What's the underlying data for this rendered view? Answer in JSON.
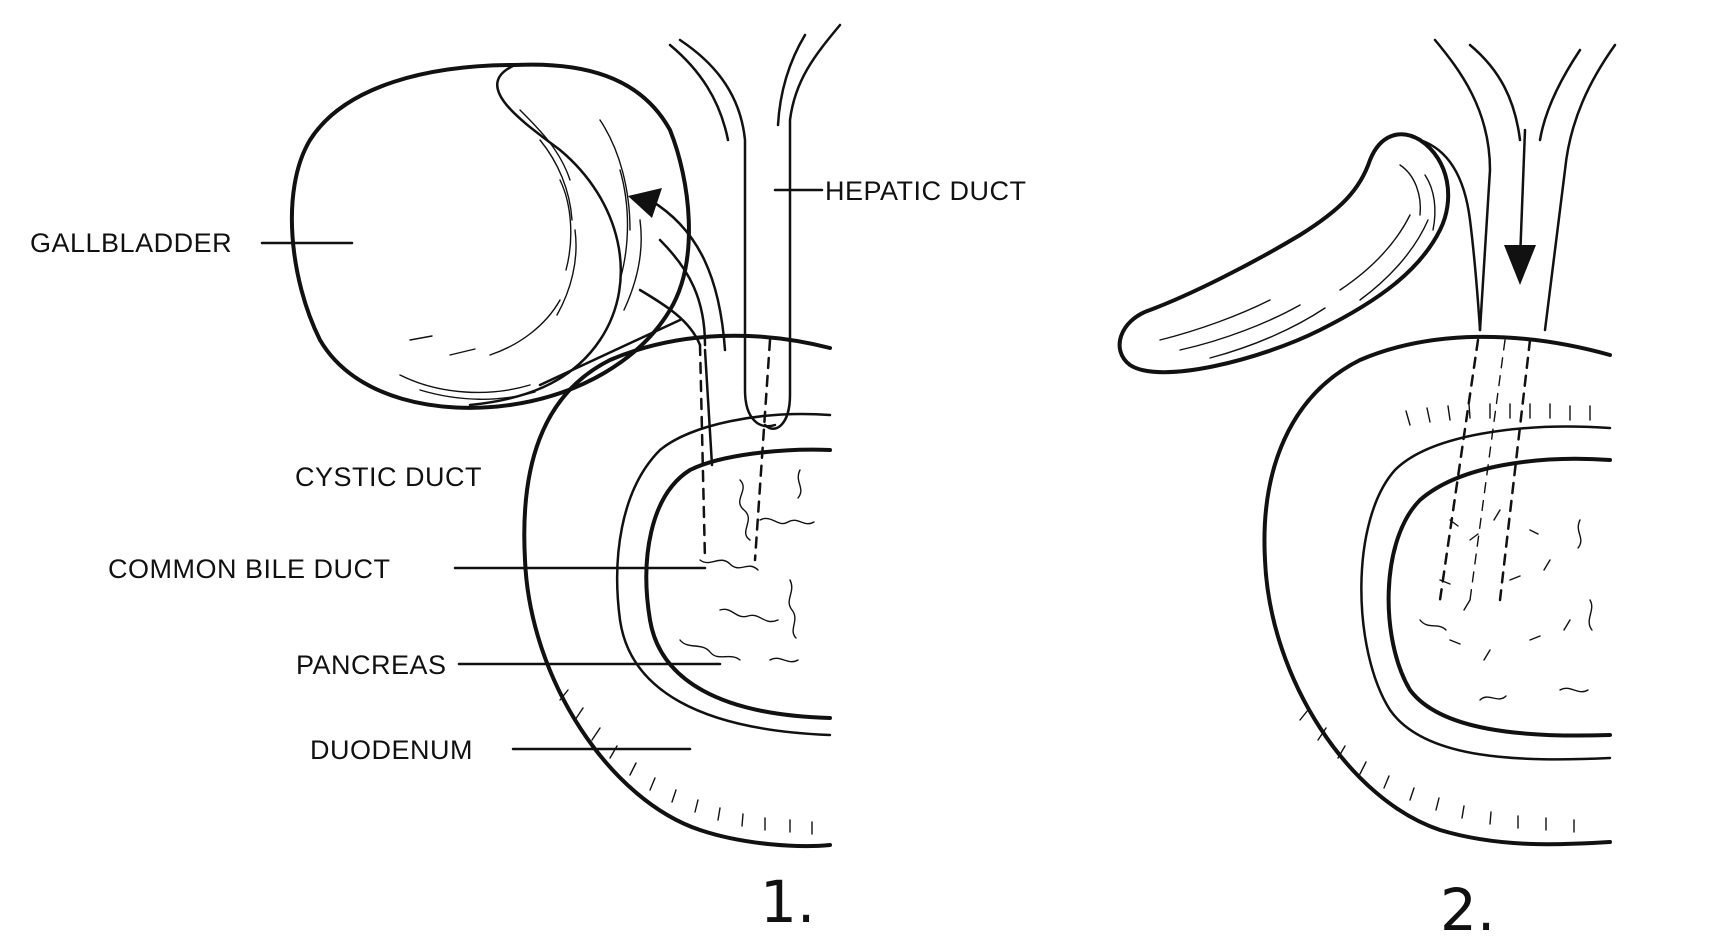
{
  "labels": {
    "gallbladder": "GALLBLADDER",
    "hepatic_duct": "HEPATIC DUCT",
    "cystic_duct": "CYSTIC DUCT",
    "common_bile_duct": "COMMON BILE DUCT",
    "pancreas": "PANCREAS",
    "duodenum": "DUODENUM"
  },
  "figures": {
    "fig1_number": "1.",
    "fig2_number": "2."
  },
  "colors": {
    "ink": "#111111",
    "background": "#ffffff"
  }
}
